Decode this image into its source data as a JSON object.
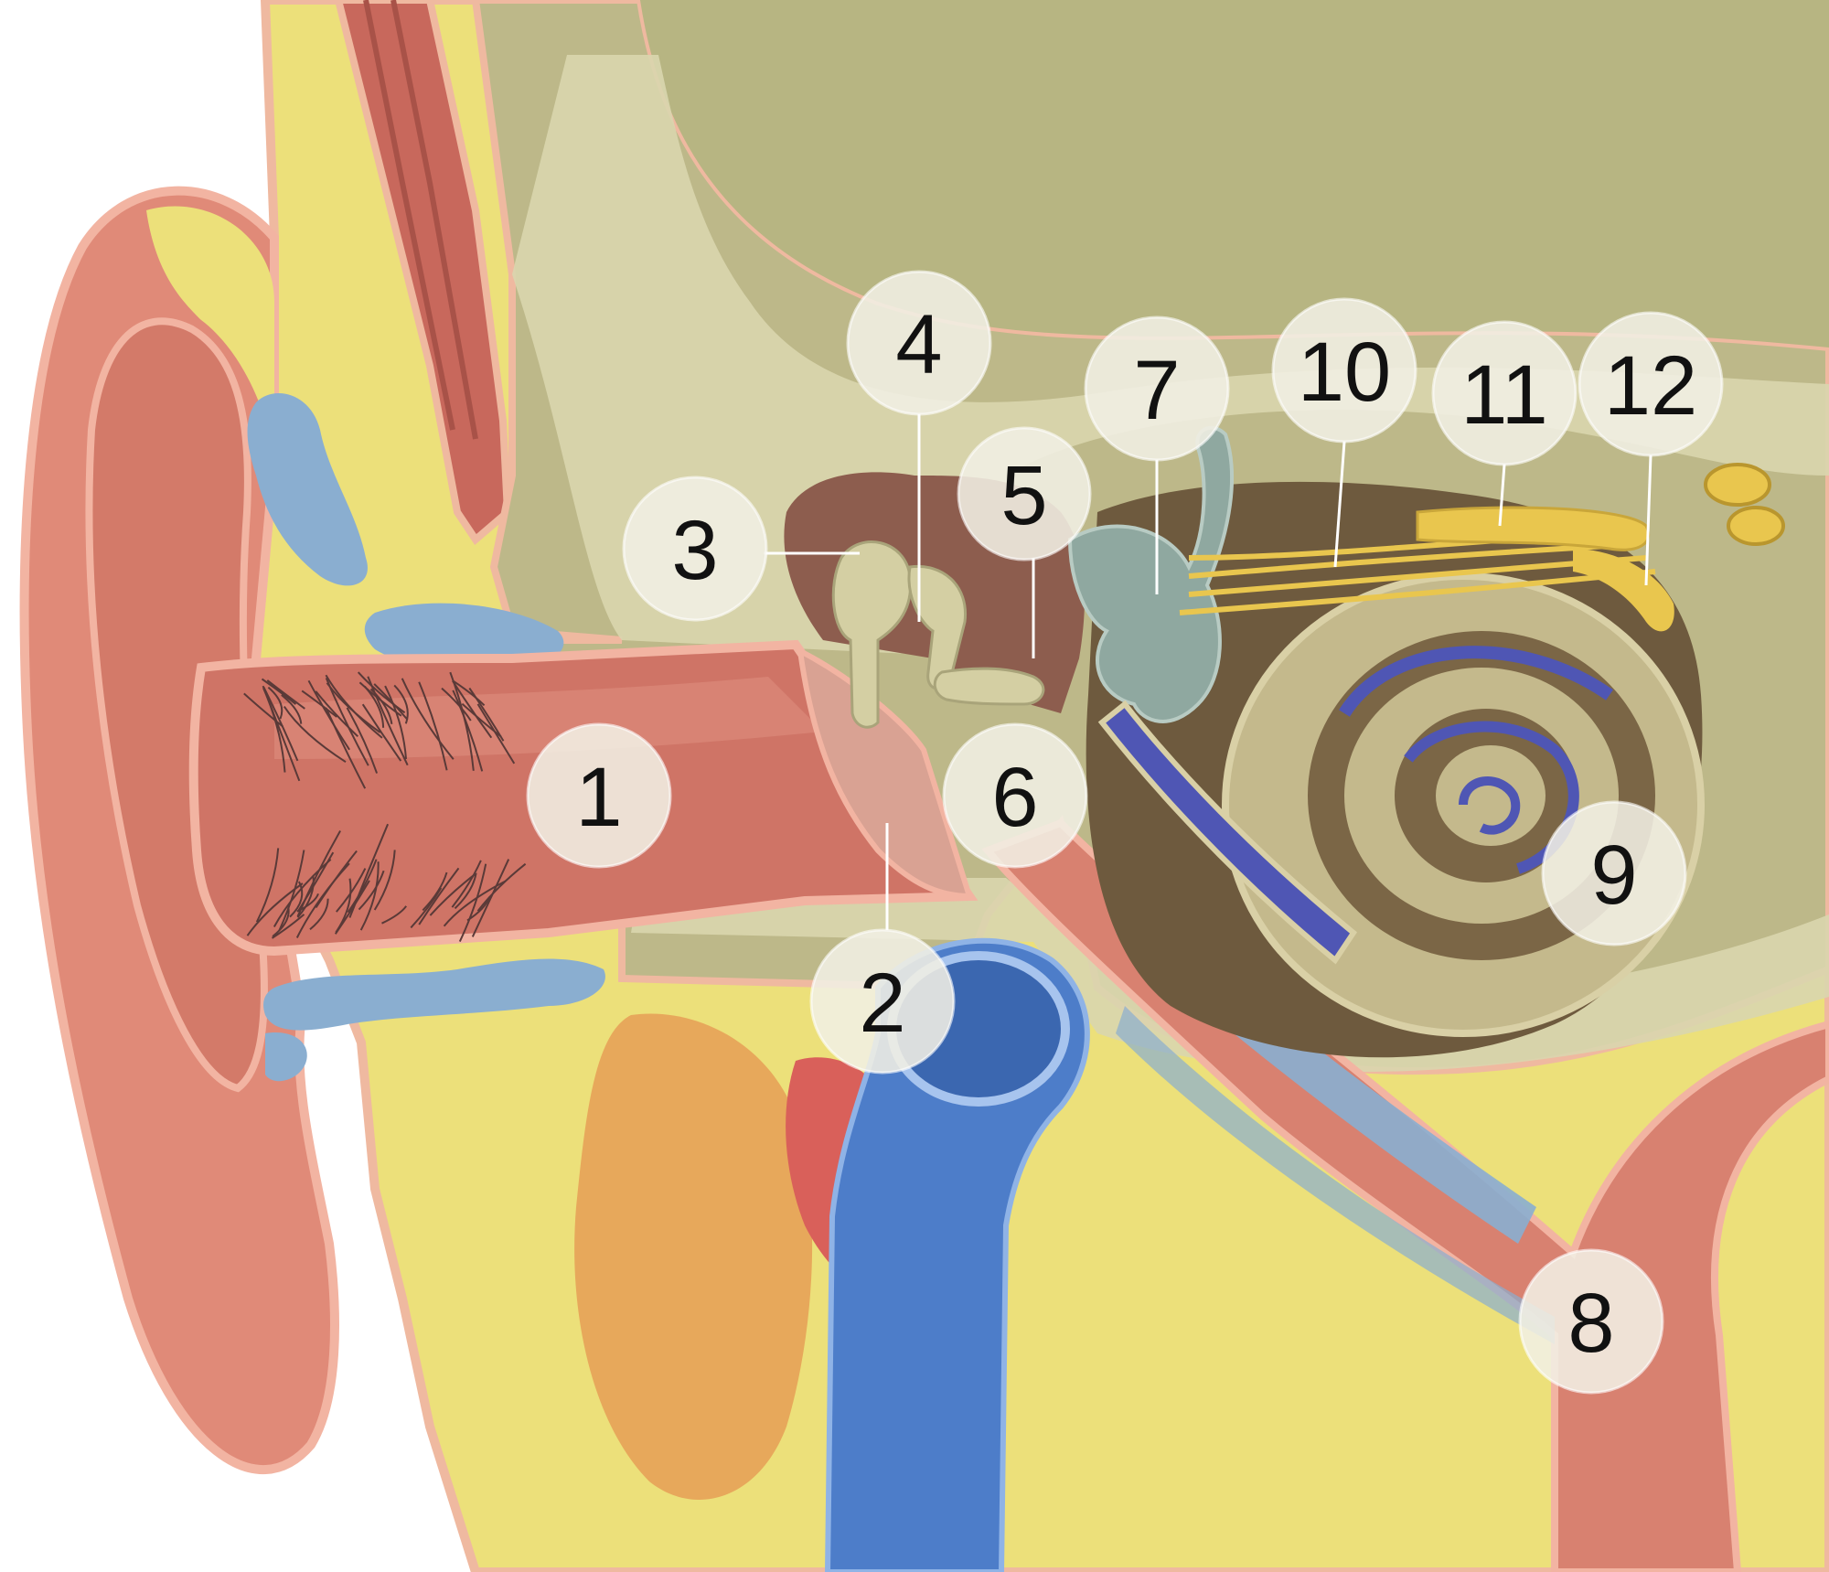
{
  "colors": {
    "skin": "#e08a78",
    "skin_light": "#f2b4a2",
    "fat": "#ece07a",
    "bone": "#bdb889",
    "bone_spongy": "#d9d6ae",
    "cartilage_blue": "#8aaed0",
    "canal": "#cf7466",
    "vein": "#4d7dc9",
    "gland": "#e7a85b",
    "artery": "#d9605a",
    "inner_ear_dark": "#6e5a3e",
    "cochlea": "#c4b98c",
    "cochlea_duct": "#4f56b4",
    "nerve": "#e9c64e",
    "tube": "#d88170",
    "ossicle": "#d4cfa3",
    "vestibular": "#8fa8a0"
  },
  "labels": [
    {
      "id": "1",
      "text": "1"
    },
    {
      "id": "2",
      "text": "2"
    },
    {
      "id": "3",
      "text": "3"
    },
    {
      "id": "4",
      "text": "4"
    },
    {
      "id": "5",
      "text": "5"
    },
    {
      "id": "6",
      "text": "6"
    },
    {
      "id": "7",
      "text": "7"
    },
    {
      "id": "8",
      "text": "8"
    },
    {
      "id": "9",
      "text": "9"
    },
    {
      "id": "10",
      "text": "10"
    },
    {
      "id": "11",
      "text": "11"
    },
    {
      "id": "12",
      "text": "12"
    }
  ]
}
